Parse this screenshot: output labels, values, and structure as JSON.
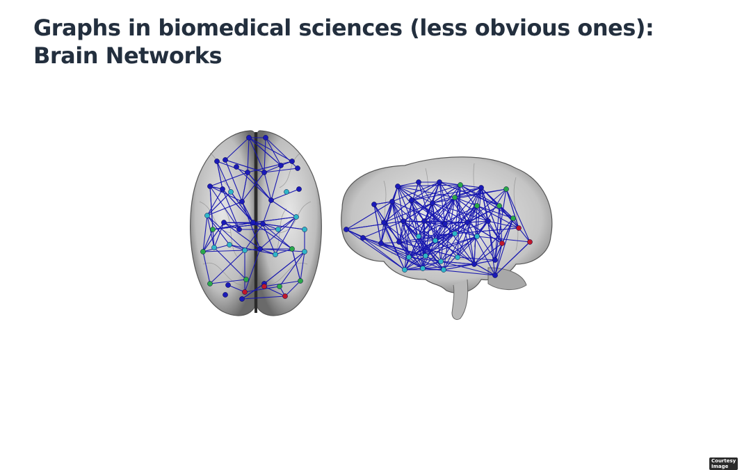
{
  "slide": {
    "title": "Graphs in biomedical sciences (less obvious ones): Brain Networks",
    "credit": "Courtesy Image"
  },
  "figure": {
    "views": [
      "axial-top-view",
      "sagittal-side-view"
    ],
    "node_colors": {
      "blue": "#1a1ab8",
      "cyan": "#2fb5c7",
      "green": "#2aa84a",
      "red": "#c0172b"
    },
    "edge_color": "#1818b0",
    "brain_color": "#bdbdbd"
  }
}
